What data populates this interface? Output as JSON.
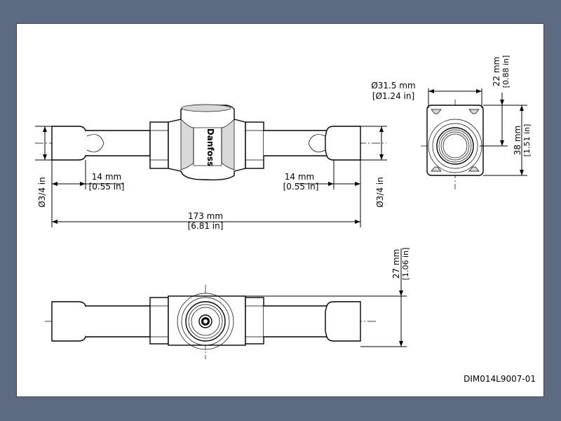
{
  "drawing_id": "DIM014L9007-01",
  "brand_mark": "Danfoss",
  "front_view": {
    "left_connection_diameter": "Ø3/4 in",
    "right_connection_diameter": "Ø3/4 in",
    "left_insertion_mm": "14 mm",
    "left_insertion_in": "[0.55 in]",
    "right_insertion_mm": "14 mm",
    "right_insertion_in": "[0.55 in]",
    "overall_length_mm": "173 mm",
    "overall_length_in": "[6.81 in]"
  },
  "side_view": {
    "sight_glass_diameter_mm": "Ø31.5 mm",
    "sight_glass_diameter_in": "[Ø1.24 in]",
    "center_height_mm": "22 mm",
    "center_height_in": "[0.88 in]",
    "body_height_mm": "38 mm",
    "body_height_in": "[1.51 in]"
  },
  "top_view": {
    "height_mm": "27 mm",
    "height_in": "[1.06 in]"
  }
}
